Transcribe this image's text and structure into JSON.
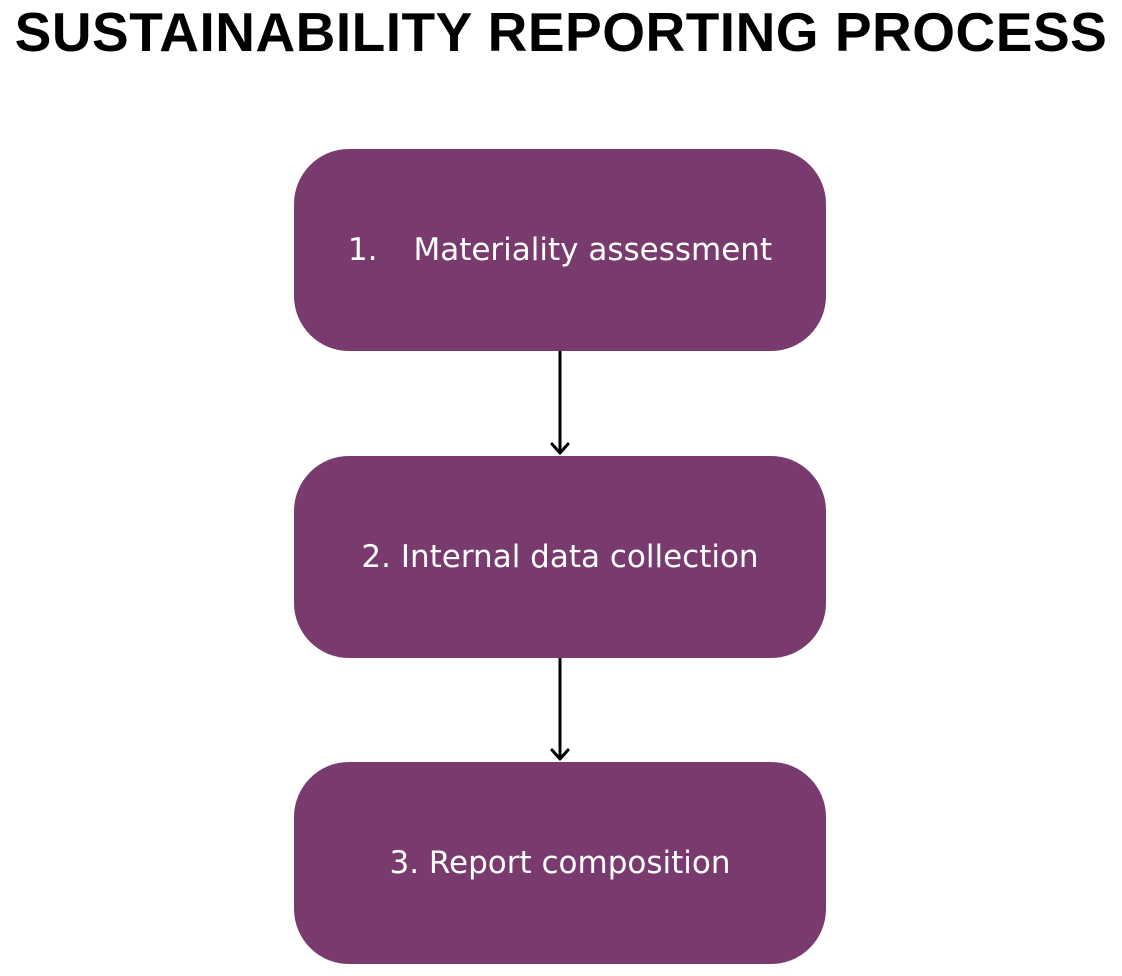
{
  "title": "SUSTAINABILITY REPORTING PROCESS",
  "colors": {
    "box_fill": "#793A6E",
    "box_text": "#FFFFFF",
    "arrow": "#000000",
    "title": "#000000"
  },
  "steps": [
    {
      "number": "1.",
      "label": "Materiality assessment"
    },
    {
      "text": "2. Internal data collection"
    },
    {
      "text": "3. Report composition"
    }
  ],
  "connectors": [
    {
      "from": "step-1",
      "to": "step-2"
    },
    {
      "from": "step-2",
      "to": "step-3"
    }
  ]
}
